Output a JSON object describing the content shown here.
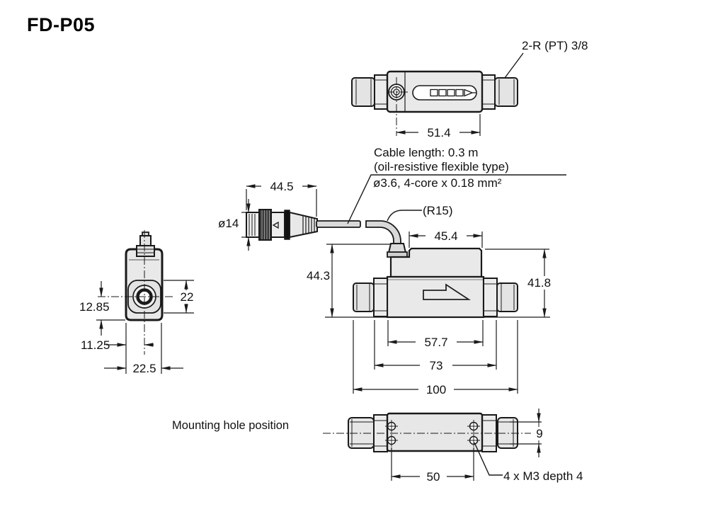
{
  "title": "FD-P05",
  "labels": {
    "port_thread": "2-R (PT) 3/8",
    "cable_line1": "Cable length: 0.3 m",
    "cable_line2": "(oil-resistive flexible type)",
    "cable_line3": "ø3.6, 4-core x 0.18 mm²",
    "bend_radius": "(R15)",
    "mounting_caption": "Mounting hole position",
    "mounting_holes": "4 x M3 depth 4"
  },
  "dims": {
    "top_width": "51.4",
    "connector_length": "44.5",
    "connector_dia": "ø14",
    "body_top_width": "45.4",
    "height_with_cable": "44.3",
    "body_height": "41.8",
    "body_width": "57.7",
    "across_nuts": "73",
    "overall_length": "100",
    "port_boss_dia": "22",
    "center_from_bottom": "12.85",
    "center_from_edge": "11.25",
    "end_width": "22.5",
    "hole_spacing": "50",
    "hole_row_spacing": "9"
  },
  "colors": {
    "line": "#1a1a1a",
    "fill_light": "#e9e9e9",
    "fill_cable": "#d9d9d9",
    "knurl_dark": "#3a3a3a",
    "background": "#ffffff"
  }
}
